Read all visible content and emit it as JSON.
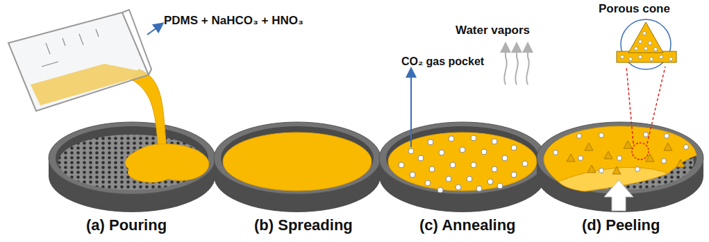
{
  "diagram": {
    "labels": [
      "PDMS + NaHCO₃ + HNO₃",
      "Water vapors",
      "Porous cone",
      "CO₂ gas pocket",
      "(a) Pouring",
      "(b) Spreading",
      "(c) Annealing",
      "(d) Peeling"
    ]
  }
}
